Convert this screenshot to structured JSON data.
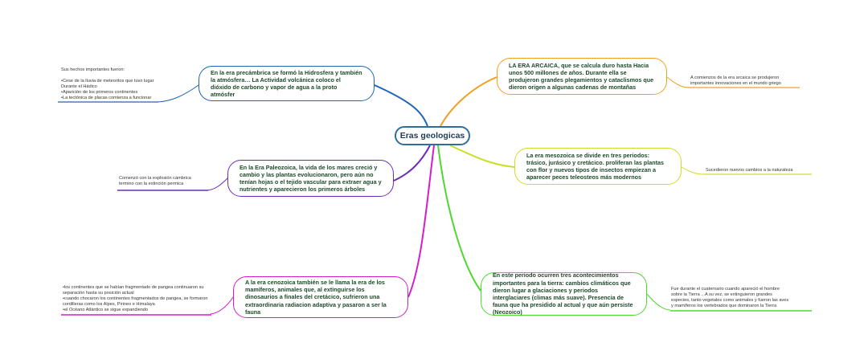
{
  "central": "Eras geologicas",
  "colors": {
    "blue": "#1f63b8",
    "orange": "#f0a020",
    "yellow": "#ccdd28",
    "purple": "#6a2db8",
    "magenta": "#d41ec8",
    "green": "#4ed82e",
    "root": "#2e6f9a"
  },
  "branches": [
    {
      "id": "precambrica",
      "color_name": "blue",
      "text": "En la era precámbrica se formó la Hidrosfera y también la atmósfera… La Actividad volcánica coloco el dióxido de carbono y vapor de agua a la proto atmósfer",
      "note": "Sus hechos importantes fueron:\n\n•Cese de la lluvia de meteoritos que tuvo lugar Durante el Hádico\n•Aparición de los primeros continentes\n•La tectónica de placas comienza a funcionar"
    },
    {
      "id": "arcaica",
      "color_name": "orange",
      "text": "LA ERA ARCAICA, que se calcula duro hasta Hacia unos 500 millones de años. Durante ella se produjeron grandes plegamientos y cataclismos que dieron origen a algunas cadenas de montañas",
      "note": "A comienzos de la era arcaica se produjeron importantes innovaciones en el mundo griego"
    },
    {
      "id": "mesozoica",
      "color_name": "yellow",
      "text": "La era mesozoica se divide en tres periodos: trásico, jurásico y cretácico. proliferan las plantas con flor y nuevos tipos de insectos empiezan a aparecer peces teleosteos más modernos",
      "note": "Sucedieron nuevos cambios a la naturaleza"
    },
    {
      "id": "paleozoica",
      "color_name": "purple",
      "text": "En la Era Paleozoica, la vida de los mares creció y cambio y las plantas evolucionaron, pero aún no tenían hojas o el tejido vascular para extraer agua y nutrientes y aparecieron los primeros árboles",
      "note": "Comenzó con la explosión cámbrica termino con la extinción permica"
    },
    {
      "id": "cenozoica",
      "color_name": "magenta",
      "text": "A la era cenozoica también se le llama la era de los mamíferos, animales que, al extinguirse los dinosaurios a finales del cretácico, sufrieron una extraordinaria radiacion adaptiva y pasaron a ser la fauna",
      "note": "•los continentes que se habían fragmentado de pangea continuaron su separación hasta su posición actual\n•cuando chocaron los continentes fragmentados de pangea, se formaron cordilleras como los Alpes, Pirineo e Himalaya\n•el Océano Atlántico se sigue expandiendo"
    },
    {
      "id": "cuaternario",
      "color_name": "green",
      "text": "En este periodo ocurren tres acontecimientos importantes para la tierra: cambios climáticos que dieron lugar a glaciaciones y periodos interglaciares (climas más suave). Presencia de fauna que ha presidido al actual y que aún persiste (Neozoico)",
      "note": "Fue durante el cuaternario cuando apareció el hombre sobre la Tierra ...A su vez, se extinguieron grandes especies, tanto vegetales como animales y fueron las aves y mamíferos los vertebrados que dominaron la Tierra"
    }
  ]
}
